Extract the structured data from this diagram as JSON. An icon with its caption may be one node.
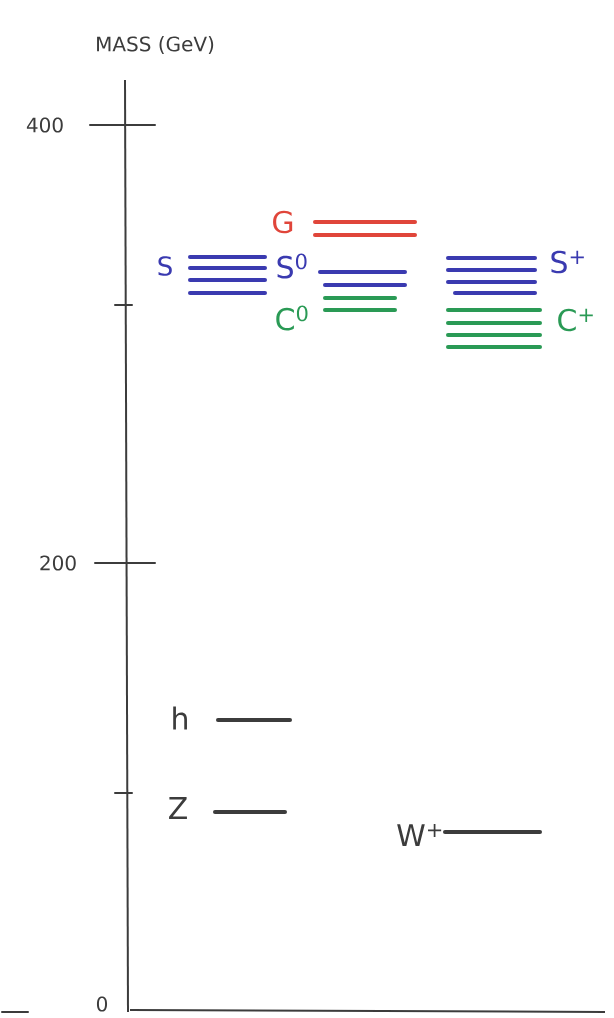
{
  "diagram": {
    "labels": [
      "MASS (GeV)",
      "400",
      "G",
      "S",
      "S$^{0}$",
      "S$^{+}$",
      "C$^{0}$",
      "C$^{+}$",
      "200",
      "h",
      "Z",
      "W$^{+}$",
      "0"
    ]
  }
}
